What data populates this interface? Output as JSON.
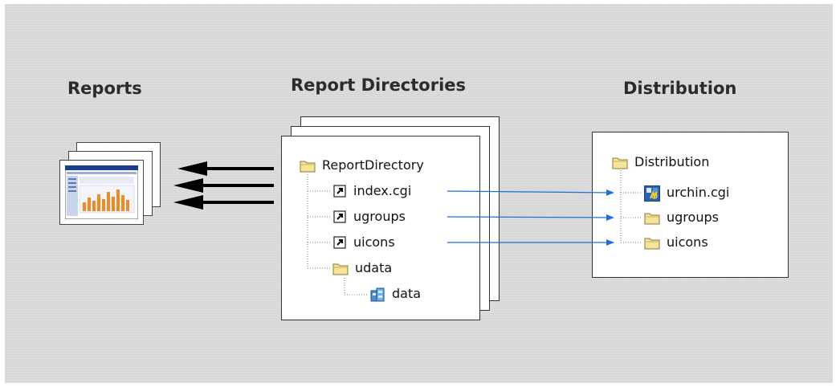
{
  "headings": {
    "reports": "Reports",
    "report_directories": "Report Directories",
    "distribution": "Distribution"
  },
  "report_directory": {
    "root": {
      "label": "ReportDirectory",
      "icon": "folder-icon"
    },
    "items": [
      {
        "label": "index.cgi",
        "icon": "shortcut-icon"
      },
      {
        "label": "ugroups",
        "icon": "shortcut-icon"
      },
      {
        "label": "uicons",
        "icon": "shortcut-icon"
      },
      {
        "label": "udata",
        "icon": "folder-icon"
      }
    ],
    "sub_item": {
      "label": "data",
      "icon": "database-icon"
    }
  },
  "distribution": {
    "root": {
      "label": "Distribution",
      "icon": "folder-icon"
    },
    "items": [
      {
        "label": "urchin.cgi",
        "icon": "cgi-program-icon"
      },
      {
        "label": "ugroups",
        "icon": "folder-icon"
      },
      {
        "label": "uicons",
        "icon": "folder-icon"
      }
    ]
  },
  "colors": {
    "background": "#dcdcdc",
    "link_arrow": "#1f6fd6",
    "report_arrow": "#000000",
    "folder_fill": "#f6e49a"
  }
}
